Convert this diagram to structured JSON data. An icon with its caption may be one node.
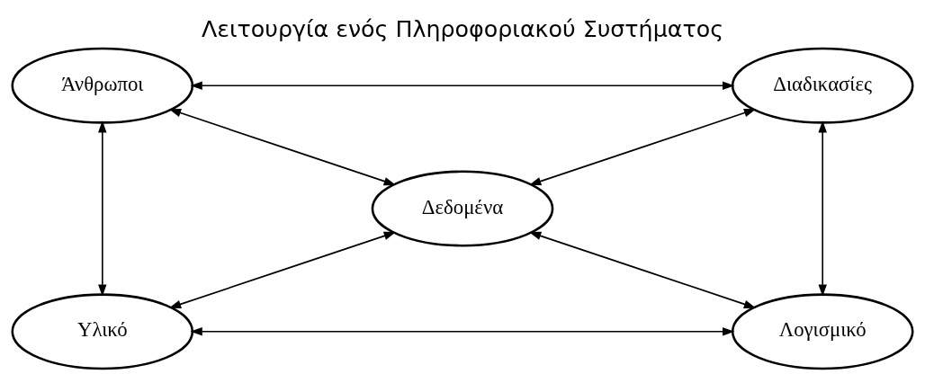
{
  "diagram": {
    "title": "Λειτουργία ενός Πληροφοριακού Συστήματος",
    "nodes": [
      {
        "text": [
          "Άνθρωποι"
        ]
      },
      {
        "text": [
          "Διαδικασίες"
        ]
      },
      {
        "text": [
          "Δεδομένα"
        ]
      },
      {
        "text": [
          "Υλικό"
        ]
      },
      {
        "text": [
          "Λογισμικό"
        ]
      }
    ],
    "edges": [
      {
        "from": 0,
        "to": 1,
        "arrow": "both"
      },
      {
        "from": 0,
        "to": 2,
        "arrow": "both"
      },
      {
        "from": 1,
        "to": 2,
        "arrow": "both"
      },
      {
        "from": 0,
        "to": 3,
        "arrow": "both"
      },
      {
        "from": 1,
        "to": 4,
        "arrow": "both"
      },
      {
        "from": 3,
        "to": 2,
        "arrow": "both"
      },
      {
        "from": 2,
        "to": 4,
        "arrow": "both"
      },
      {
        "from": 3,
        "to": 4,
        "arrow": "both"
      }
    ]
  }
}
